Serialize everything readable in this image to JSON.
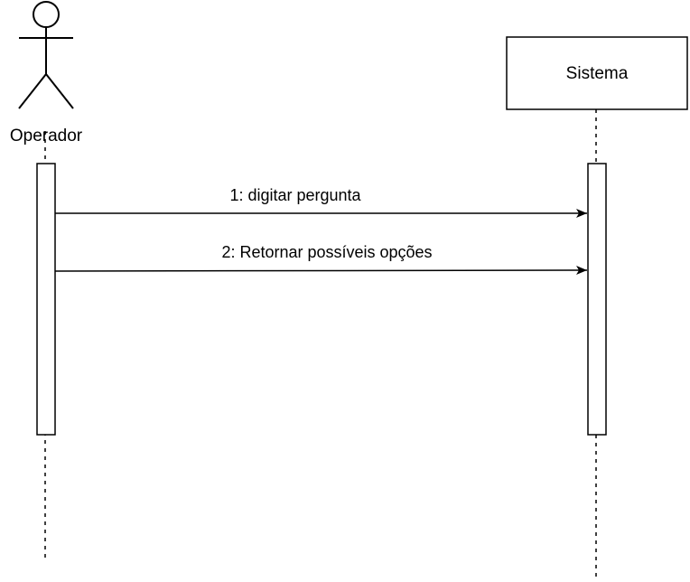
{
  "participants": {
    "actor": {
      "label": "Operador",
      "kind": "actor"
    },
    "system": {
      "label": "Sistema",
      "kind": "box"
    }
  },
  "messages": [
    {
      "label": "1: digitar pergunta",
      "from": "actor",
      "to": "system"
    },
    {
      "label": "2: Retornar possíveis opções",
      "from": "actor",
      "to": "system"
    }
  ],
  "colors": {
    "line": "#000000",
    "background": "#ffffff"
  }
}
